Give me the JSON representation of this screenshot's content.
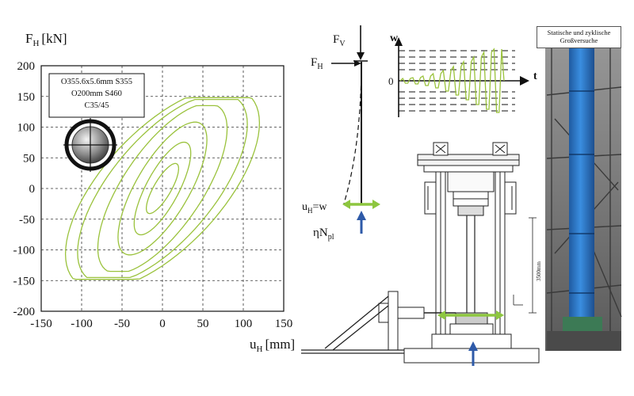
{
  "chart_data": {
    "type": "line",
    "title": "",
    "ylabel_main": "F",
    "ylabel_sub": "H",
    "ylabel_unit": "[kN]",
    "xlabel_main": "u",
    "xlabel_sub": "H",
    "xlabel_unit": "[mm]",
    "xlim": [
      -150,
      150
    ],
    "ylim": [
      -200,
      200
    ],
    "xticks": [
      "-150",
      "-100",
      "-50",
      "0",
      "50",
      "100",
      "150"
    ],
    "yticks": [
      "200",
      "150",
      "100",
      "50",
      "0",
      "-50",
      "-100",
      "-150",
      "-200"
    ],
    "grid": true,
    "series_color": "#9ac23c",
    "loops": [
      {
        "amp": 20,
        "force": 45
      },
      {
        "amp": 35,
        "force": 80
      },
      {
        "amp": 55,
        "force": 110
      },
      {
        "amp": 80,
        "force": 135
      },
      {
        "amp": 105,
        "force": 145
      },
      {
        "amp": 120,
        "force": 148
      }
    ],
    "legend_lines": [
      "O355.6x5.6mm S355",
      "O200mm S460",
      "C35/45"
    ]
  },
  "schema": {
    "fv_main": "F",
    "fv_sub": "V",
    "fh_main": "F",
    "fh_sub": "H",
    "uh_label": "u",
    "uh_sub": "H",
    "uh_eq": "=w",
    "eta_main": "ηN",
    "eta_sub": "pl"
  },
  "history": {
    "w_label": "w",
    "t_label": "t",
    "zero_label": "0"
  },
  "rig": {
    "height_label": "3500mm"
  },
  "photo": {
    "caption_line1": "Statische und zyklische",
    "caption_line2": "Großversuche"
  },
  "colors": {
    "green": "#9ac23c",
    "arrow_green": "#8dc63f",
    "arrow_blue": "#2e5aa8",
    "column_blue": "#2f7fd0"
  }
}
